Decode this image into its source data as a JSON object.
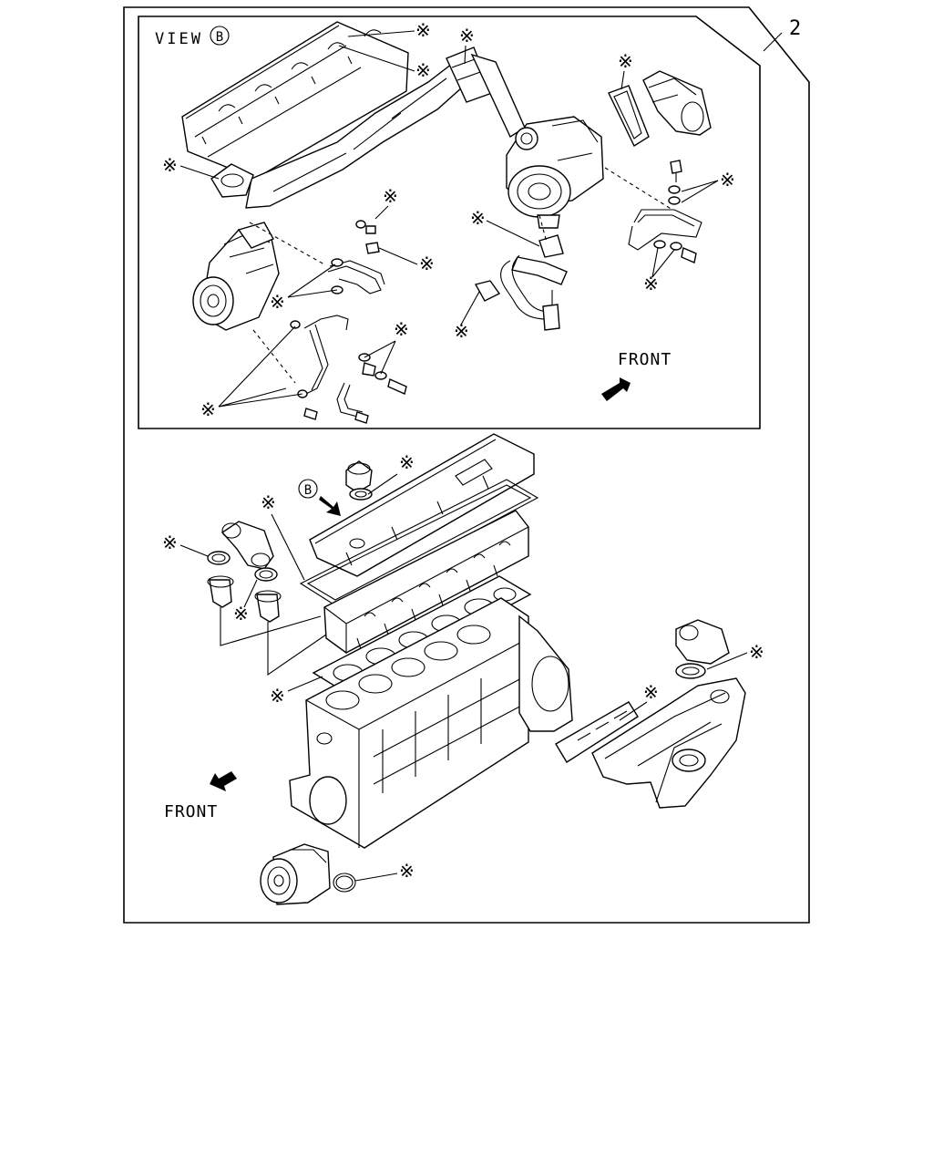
{
  "diagram": {
    "item_number": "2",
    "view_label": "VIEW",
    "view_circle_letter": "B",
    "view_ref_letter": "B",
    "front_label_top": "FRONT",
    "front_label_bottom": "FRONT",
    "kit_marker": "※"
  }
}
